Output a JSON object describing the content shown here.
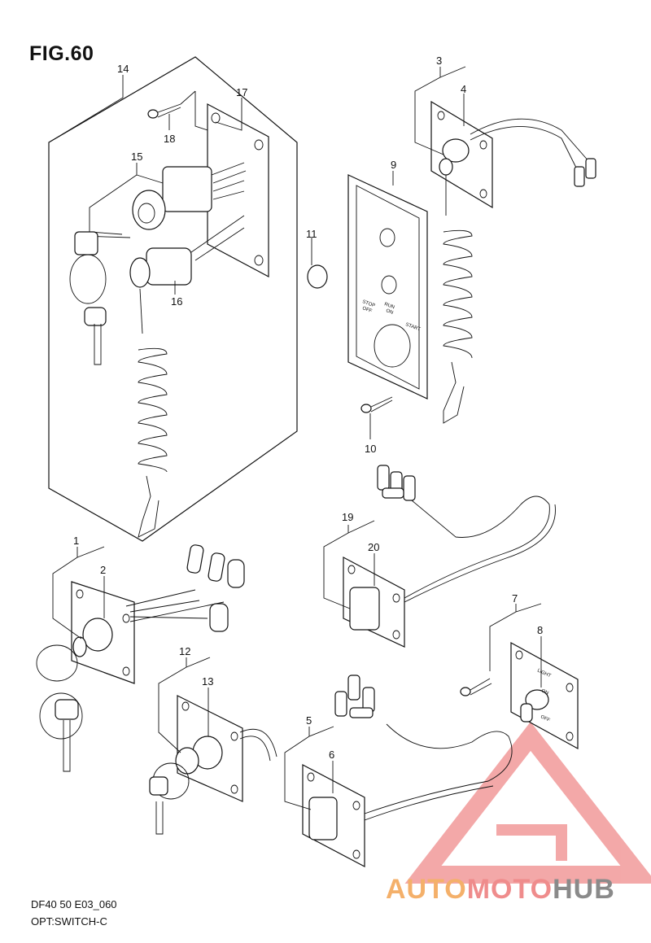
{
  "title": "FIG.60",
  "footer": {
    "model": "DF40 50 E03_060",
    "subtitle": "OPT:SWITCH-C"
  },
  "callouts": [
    "1",
    "2",
    "3",
    "4",
    "5",
    "6",
    "7",
    "8",
    "9",
    "10",
    "11",
    "12",
    "13",
    "14",
    "15",
    "16",
    "17",
    "18",
    "19",
    "20"
  ],
  "panel_text": {
    "stop": "STOP",
    "off": "OFF",
    "run": "RUN",
    "on": "ON",
    "start": "START",
    "light": "LIGHT",
    "on2": "ON",
    "off2": "OFF"
  },
  "watermark": {
    "part1": "AUTO",
    "part2": "MOTO",
    "part3": "HUB",
    "color_orange": "#f4b06a",
    "color_red": "#ef8c8c",
    "color_gray": "#8a8a8a"
  }
}
